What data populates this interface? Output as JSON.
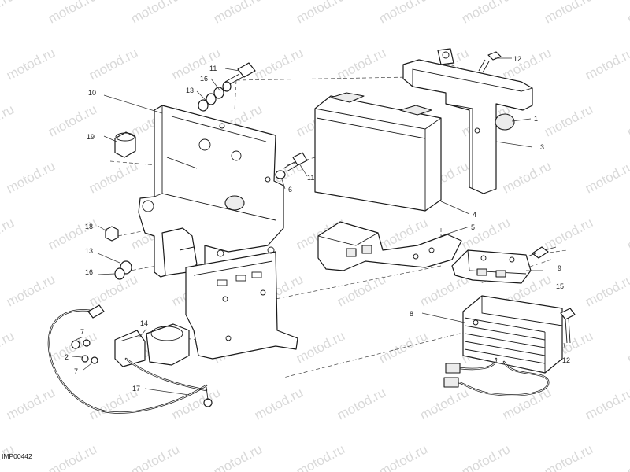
{
  "watermark": "motod.ru",
  "image_code": "IMP00442",
  "callouts": {
    "c1": "1",
    "c2": "2",
    "c3": "3",
    "c4": "4",
    "c5": "5",
    "c6": "6",
    "c7a": "7",
    "c7b": "7",
    "c8": "8",
    "c9": "9",
    "c10": "10",
    "c11a": "11",
    "c11b": "11",
    "c12a": "12",
    "c12b": "12",
    "c13a": "13",
    "c13b": "13",
    "c14": "14",
    "c15": "15",
    "c16a": "16",
    "c16b": "16",
    "c17": "17",
    "c18": "18",
    "c19": "19"
  }
}
